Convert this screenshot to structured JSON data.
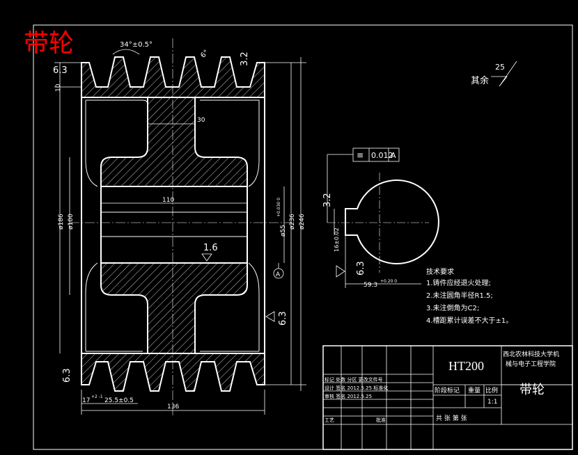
{
  "drawing": {
    "title_red": "带轮",
    "dimensions": {
      "groove_angle": "34°±0.5°",
      "small_angle": "6°",
      "rough_top_right": "3.2",
      "rough_top_left": "6.3",
      "rough_bottom_left": "6.3",
      "rough_right": "6.3",
      "rough_bore": "1.6",
      "top_10": "10",
      "web_30": "30",
      "bore_len": "110",
      "dia_186": "ø186",
      "dia_100": "ø100",
      "dia_55": "ø55",
      "dia_55_tol": "+0.030 0",
      "dia_236": "ø236",
      "dia_246": "ø246",
      "datum_a": "A",
      "dim_17": "17",
      "dim_17_tol": "+2 -1",
      "dim_25_5": "25.5±0.5",
      "dim_136": "136"
    },
    "section": {
      "tol_symbol": "≡",
      "tol_value": "0.012",
      "tol_datum": "A",
      "rough_keyway": "3.2",
      "rough_bore": "6.3",
      "key_width": "16±0.02",
      "key_depth": "59.3",
      "key_depth_tol": "+0.20 0"
    },
    "surface_rest": {
      "label": "其余",
      "value": "25"
    },
    "notes": {
      "title": "技术要求",
      "items": [
        "1.铸件应经退火处理;",
        "2.未注圆角半径R1.5;",
        "3.未注倒角为C2;",
        "4.槽距累计误差不大于±1。"
      ]
    },
    "title_block": {
      "material": "HT200",
      "school_line1": "西北农林科技大学机",
      "school_line2": "械与电子工程学院",
      "part_name": "带轮",
      "stage_label": "阶段标记",
      "weight_label": "重量",
      "scale_label": "比例",
      "scale_value": "1:1",
      "sheets_text": "共    张  第    张",
      "rows": [
        "标记 处数 分区 更改文件号",
        "设计  签名 2012.5.25 标准化",
        "审核  签名 2012.5.25",
        "工艺",
        "批准"
      ]
    }
  }
}
